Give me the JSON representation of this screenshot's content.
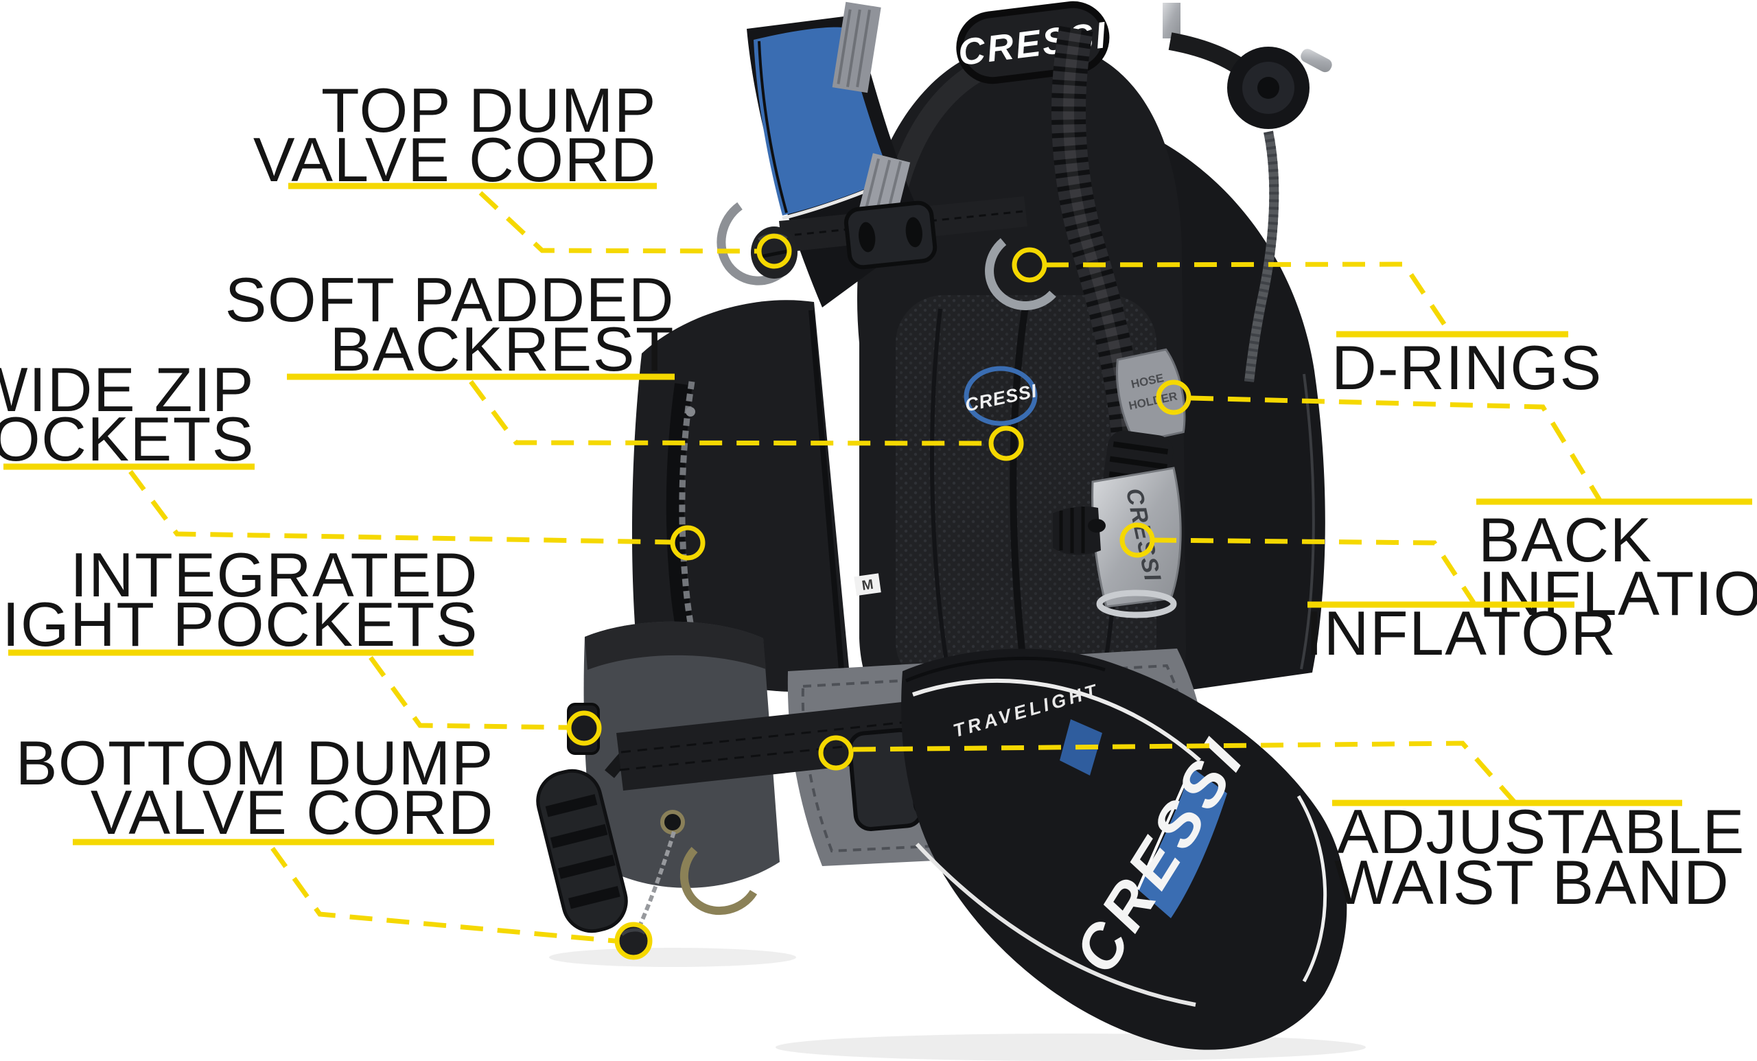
{
  "annotations": {
    "left": [
      {
        "id": "top-dump-valve-cord",
        "lines": [
          "TOP DUMP",
          "VALVE CORD"
        ]
      },
      {
        "id": "soft-padded-backrest",
        "lines": [
          "SOFT PADDED",
          "BACKREST"
        ]
      },
      {
        "id": "wide-zip-pockets",
        "lines": [
          "WIDE ZIP",
          "POCKETS"
        ]
      },
      {
        "id": "integrated-weight-pockets",
        "lines": [
          "INTEGRATED",
          "WEIGHT POCKETS"
        ]
      },
      {
        "id": "bottom-dump-valve-cord",
        "lines": [
          "BOTTOM DUMP",
          "VALVE CORD"
        ]
      }
    ],
    "right": [
      {
        "id": "d-rings",
        "lines": [
          "D-RINGS"
        ]
      },
      {
        "id": "back-inflation",
        "lines": [
          "BACK",
          "INFLATION"
        ]
      },
      {
        "id": "inflator",
        "lines": [
          "INFLATOR"
        ]
      },
      {
        "id": "adjustable-waist-band",
        "lines": [
          "ADJUSTABLE",
          "WAIST BAND"
        ]
      }
    ]
  },
  "product": {
    "brand": "CRESSI",
    "top_patch_logo": "CRESSI",
    "backpad_logo": "CRESSI",
    "pocket_logo": "CRESSI",
    "pocket_model": "TRAVELIGHT",
    "inflator_brand": "CRESSI",
    "hose_clip_line1": "HOSE",
    "hose_clip_line2": "HOLDER",
    "size_tag": "M"
  },
  "colors": {
    "accent_yellow": "#F5D800",
    "label_text": "#141414",
    "strap_blue": "#3A6DB2",
    "background": "#FFFFFF"
  }
}
